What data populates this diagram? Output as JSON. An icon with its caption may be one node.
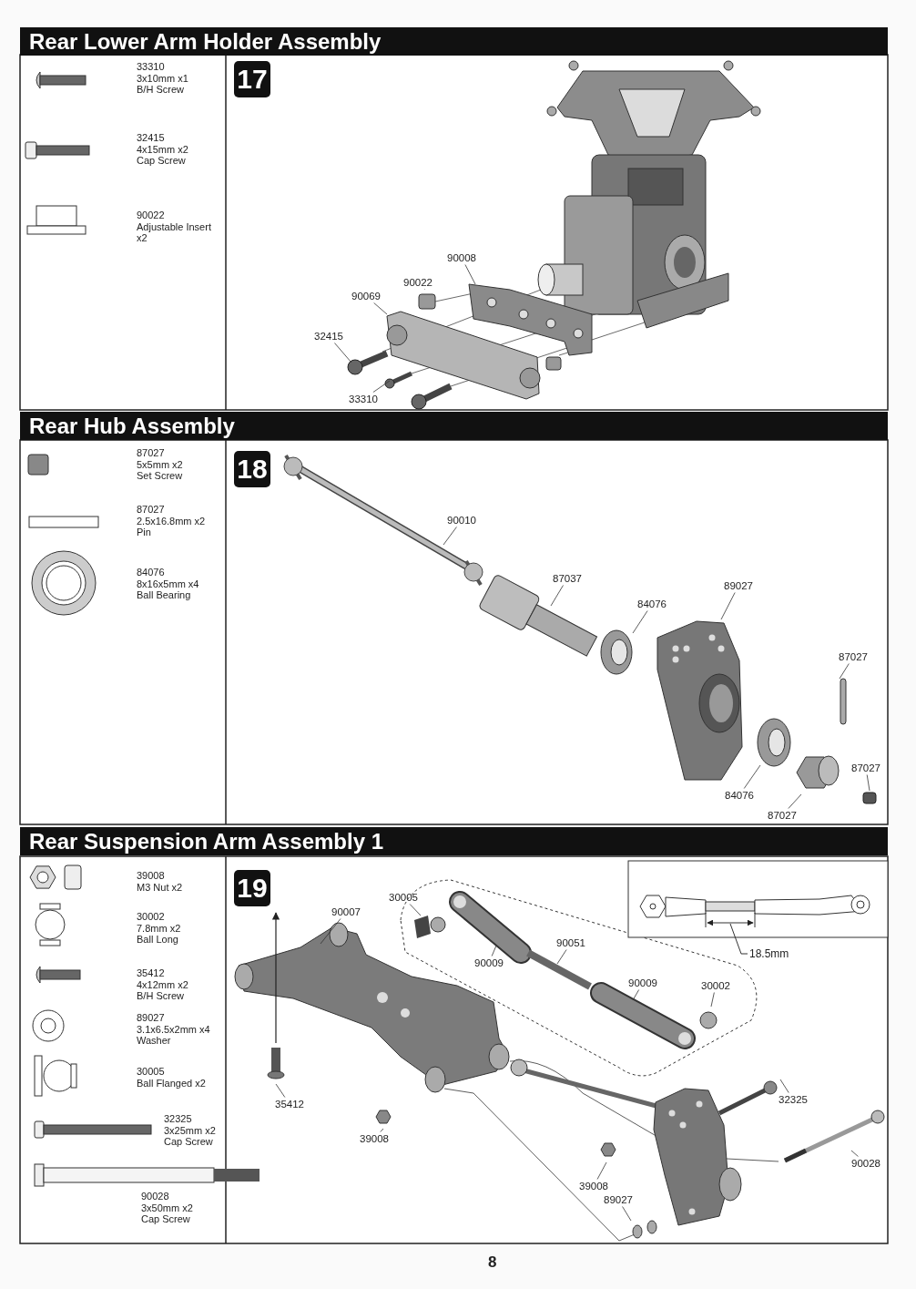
{
  "diagram": {
    "nodes": [
      {
        "text": [
          "Rear Lower Arm Holder Assembly"
        ]
      },
      {
        "text": [
          "17"
        ]
      },
      {
        "text": [
          "90008"
        ]
      },
      {
        "text": [
          "90022"
        ]
      },
      {
        "text": [
          "90069"
        ]
      },
      {
        "text": [
          "32415"
        ]
      },
      {
        "text": [
          "33310"
        ]
      },
      {
        "text": [
          "Rear Hub Assembly"
        ]
      },
      {
        "text": [
          "18"
        ]
      },
      {
        "text": [
          "90010"
        ]
      },
      {
        "text": [
          "87037"
        ]
      },
      {
        "text": [
          "89027"
        ]
      },
      {
        "text": [
          "84076"
        ]
      },
      {
        "text": [
          "87027"
        ]
      },
      {
        "text": [
          "87027"
        ]
      },
      {
        "text": [
          "84076"
        ]
      },
      {
        "text": [
          "87027"
        ]
      },
      {
        "text": [
          "Rear Suspension Arm Assembly 1"
        ]
      },
      {
        "text": [
          "19"
        ]
      },
      {
        "text": [
          "30005"
        ]
      },
      {
        "text": [
          "90007"
        ]
      },
      {
        "text": [
          "90051"
        ]
      },
      {
        "text": [
          "90009"
        ]
      },
      {
        "text": [
          "90009"
        ]
      },
      {
        "text": [
          "30002"
        ]
      },
      {
        "text": [
          "35412"
        ]
      },
      {
        "text": [
          "32325"
        ]
      },
      {
        "text": [
          "39008"
        ]
      },
      {
        "text": [
          "39008"
        ]
      },
      {
        "text": [
          "90028"
        ]
      },
      {
        "text": [
          "89027"
        ]
      }
    ],
    "edges": [
      {
        "from": 2,
        "to": null,
        "arrow": "none"
      },
      {
        "from": 3,
        "to": null,
        "arrow": "none"
      },
      {
        "from": 4,
        "to": null,
        "arrow": "none"
      },
      {
        "from": 5,
        "to": null,
        "arrow": "none"
      },
      {
        "from": 6,
        "to": null,
        "arrow": "none"
      },
      {
        "from": 9,
        "to": null,
        "arrow": "none"
      },
      {
        "from": 10,
        "to": null,
        "arrow": "none"
      },
      {
        "from": 11,
        "to": null,
        "arrow": "none"
      },
      {
        "from": 12,
        "to": null,
        "arrow": "none"
      },
      {
        "from": 13,
        "to": null,
        "arrow": "none"
      },
      {
        "from": 14,
        "to": null,
        "arrow": "none"
      },
      {
        "from": 15,
        "to": null,
        "arrow": "none"
      },
      {
        "from": 16,
        "to": null,
        "arrow": "none"
      },
      {
        "from": 19,
        "to": null,
        "arrow": "none"
      },
      {
        "from": 20,
        "to": null,
        "arrow": "none"
      },
      {
        "from": 21,
        "to": null,
        "arrow": "none"
      },
      {
        "from": 22,
        "to": null,
        "arrow": "none"
      },
      {
        "from": 23,
        "to": null,
        "arrow": "none"
      },
      {
        "from": 24,
        "to": null,
        "arrow": "none"
      },
      {
        "from": 25,
        "to": null,
        "arrow": "none"
      },
      {
        "from": 26,
        "to": null,
        "arrow": "none"
      },
      {
        "from": 27,
        "to": null,
        "arrow": "none"
      },
      {
        "from": 28,
        "to": null,
        "arrow": "none"
      },
      {
        "from": 29,
        "to": null,
        "arrow": "none"
      },
      {
        "from": 30,
        "to": null,
        "arrow": "none"
      }
    ],
    "labels": [
      "33310 3x10mm x1 B/H Screw",
      "32415 4x15mm x2 Cap Screw",
      "90022 Adjustable Insert x2",
      "87027 5x5mm x2 Set Screw",
      "87027 2.5x16.8mm x2 Pin",
      "84076 8x16x5mm x4 Ball Bearing",
      "39008 M3 Nut x2",
      "30002 7.8mm x2 Ball Long",
      "35412 4x12mm x2 B/H Screw",
      "89027 3.1x6.5x2mm x4 Washer",
      "30005 Ball Flanged x2",
      "32325 3x25mm x2 Cap Screw",
      "90028 3x50mm x2 Cap Screw",
      "18.5mm",
      "8"
    ]
  }
}
